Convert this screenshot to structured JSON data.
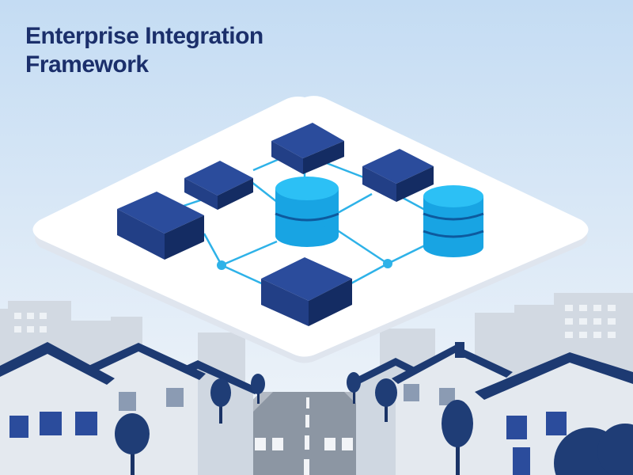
{
  "title": "Enterprise Integration\nFramework",
  "colors": {
    "title": "#1b2f6b",
    "sky_top": "#c4dcf3",
    "sky_bottom": "#f3f6fa",
    "platform_top": "#ffffff",
    "platform_side": "#dfe5ee",
    "block_top": "#2b4c9c",
    "block_left": "#223f86",
    "block_right": "#142c63",
    "cylinder": "#18a4e3",
    "cylinder_top": "#2cc0f5",
    "cylinder_band": "#0d5a9e",
    "connector": "#2eb2e8",
    "building_far": "#d2d9e2",
    "building_mid": "#b8c3d1",
    "house_wall": "#e4e9ef",
    "house_roof": "#1d3a72",
    "road": "#8c96a3",
    "tree": "#1f3d76"
  },
  "scene": {
    "components": [
      {
        "kind": "block",
        "label": "block-top-center"
      },
      {
        "kind": "block",
        "label": "block-left-upper"
      },
      {
        "kind": "block",
        "label": "block-left-lower"
      },
      {
        "kind": "block",
        "label": "block-right-upper"
      },
      {
        "kind": "block",
        "label": "block-bottom-center"
      },
      {
        "kind": "database",
        "label": "database-center"
      },
      {
        "kind": "database",
        "label": "database-right"
      }
    ]
  }
}
